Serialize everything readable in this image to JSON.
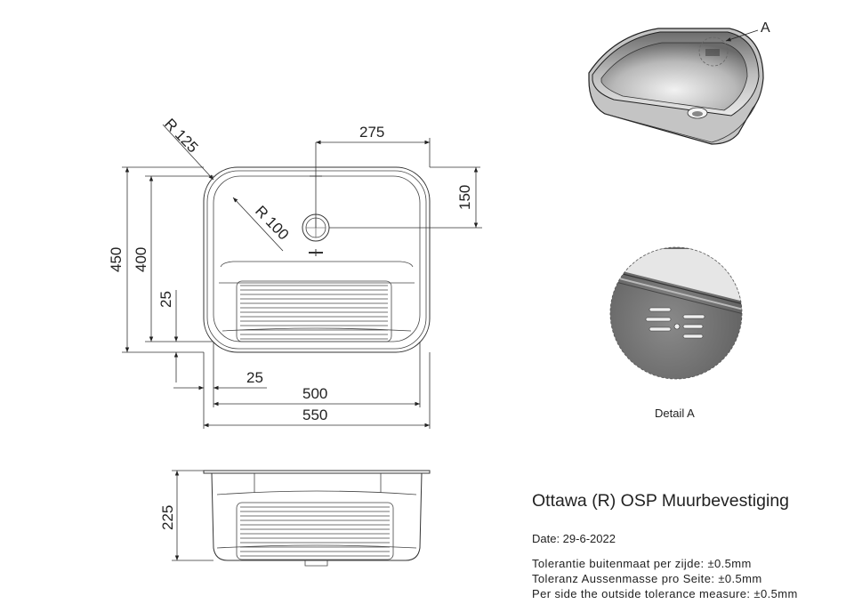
{
  "dimensions": {
    "top_width": "275",
    "right_height": "150",
    "radius_outer": "R 125",
    "radius_inner": "R 100",
    "height_outer": "450",
    "height_inner": "400",
    "offset_left": "25",
    "offset_bottom": "25",
    "width_inner": "500",
    "width_outer": "550",
    "depth": "225"
  },
  "detail": {
    "marker": "A",
    "label": "Detail A"
  },
  "title_block": {
    "title": "Ottawa (R) OSP Muurbevestiging",
    "date": "Date: 29-6-2022",
    "tolerance_nl": "Tolerantie buitenmaat per zijde: ±0.5mm",
    "tolerance_de": "Toleranz Aussenmasse pro Seite: ±0.5mm",
    "tolerance_en": "Per side the outside tolerance measure: ±0.5mm"
  },
  "colors": {
    "line": "#333333",
    "metal_dark": "#5a5a5a",
    "metal_light": "#d8d8d8"
  }
}
